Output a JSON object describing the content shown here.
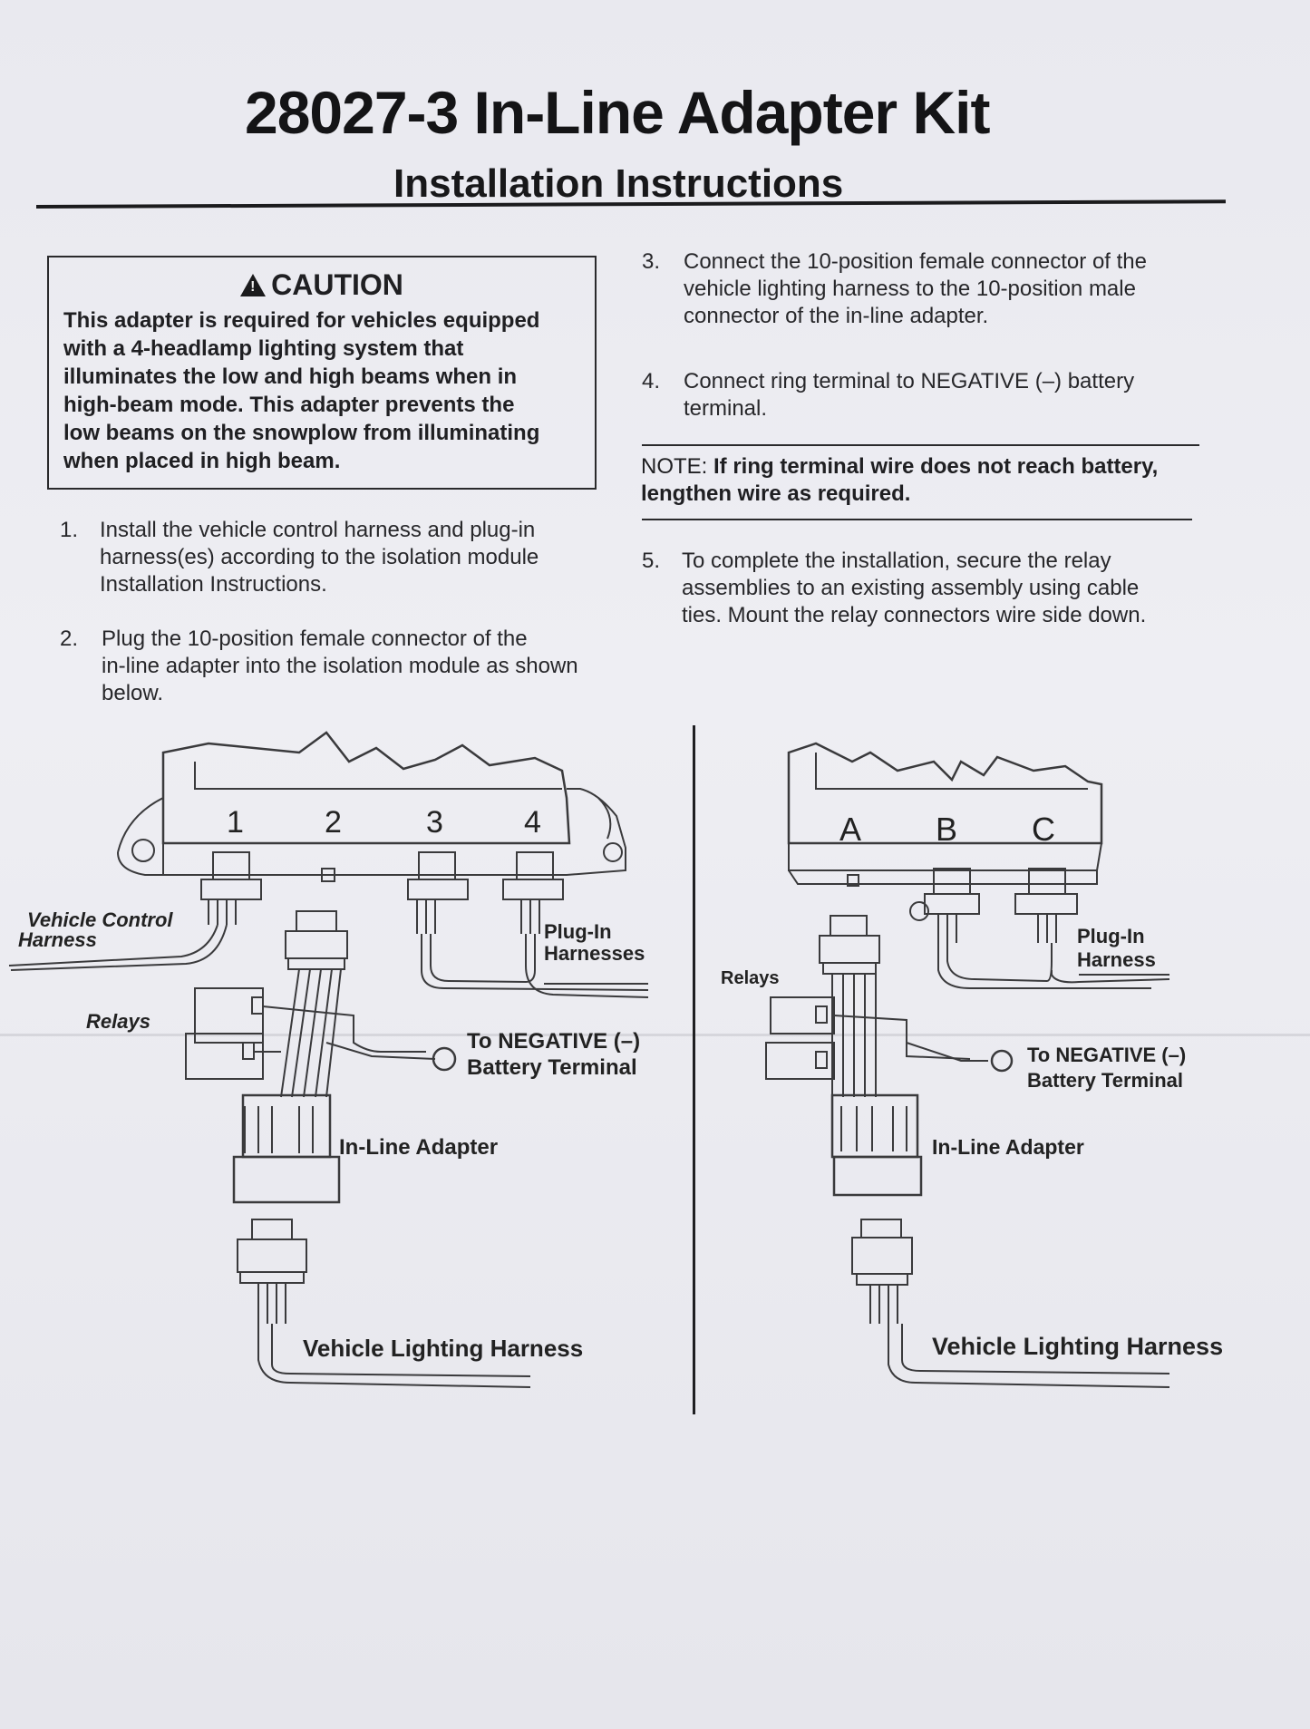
{
  "header": {
    "title": "28027-3 In-Line Adapter Kit",
    "subtitle": "Installation Instructions"
  },
  "caution": {
    "heading": "CAUTION",
    "lines": [
      "This adapter is required for vehicles equipped",
      "with a 4-headlamp lighting system that",
      "illuminates the low and high beams when in",
      "high-beam mode. This adapter prevents the",
      "low beams on the snowplow from illuminating",
      "when placed in high beam."
    ]
  },
  "steps": [
    {
      "num": "1.",
      "lines": [
        "Install the vehicle control harness and plug-in",
        "harness(es) according to the isolation module",
        "Installation Instructions."
      ]
    },
    {
      "num": "2.",
      "lines": [
        "Plug the 10-position female connector of the",
        "in-line adapter into the isolation module as shown",
        "below."
      ]
    },
    {
      "num": "3.",
      "lines": [
        "Connect the 10-position female connector of the",
        "vehicle lighting harness to the 10-position male",
        "connector of the in-line adapter."
      ]
    },
    {
      "num": "4.",
      "lines": [
        "Connect ring terminal to NEGATIVE (–) battery",
        "terminal."
      ]
    },
    {
      "num": "5.",
      "lines": [
        "To complete the installation, secure the relay",
        "assemblies to an existing assembly using cable",
        "ties. Mount the relay connectors wire side down."
      ]
    }
  ],
  "note": {
    "label": "NOTE:",
    "line1_rest": "If ring terminal wire does not reach battery,",
    "line2": "lengthen wire as required."
  },
  "diagram_left": {
    "ports": [
      "1",
      "2",
      "3",
      "4"
    ],
    "vehicle_control": [
      "Vehicle Control",
      "Harness"
    ],
    "plugin": [
      "Plug-In",
      "Harnesses"
    ],
    "relays": "Relays",
    "negative": [
      "To NEGATIVE (–)",
      "Battery Terminal"
    ],
    "inline": "In-Line Adapter",
    "lighting": "Vehicle Lighting Harness"
  },
  "diagram_right": {
    "ports": [
      "A",
      "B",
      "C"
    ],
    "plugin": [
      "Plug-In",
      "Harness"
    ],
    "relays": "Relays",
    "negative": [
      "To NEGATIVE (–)",
      "Battery Terminal"
    ],
    "inline": "In-Line Adapter",
    "lighting": "Vehicle Lighting Harness"
  }
}
